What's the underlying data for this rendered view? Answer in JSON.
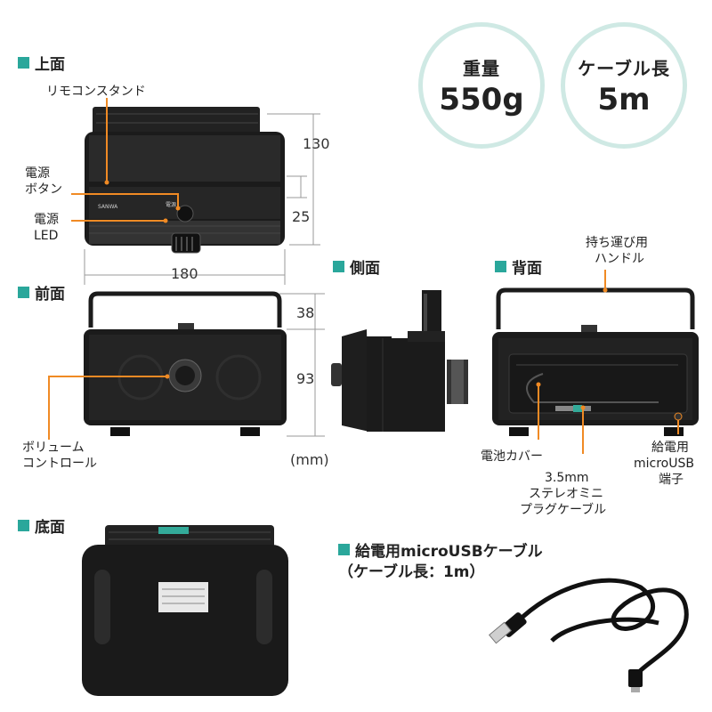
{
  "sections": {
    "top": "上面",
    "front": "前面",
    "side": "側面",
    "back": "背面",
    "bottom": "底面",
    "usb_cable": "給電用microUSBケーブル",
    "usb_cable_sub": "（ケーブル長：1m）"
  },
  "badges": {
    "weight_label": "重量",
    "weight_value": "550g",
    "cable_label": "ケーブル長",
    "cable_value": "5m"
  },
  "callouts": {
    "remote_stand": "リモコンスタンド",
    "power_button_1": "電源",
    "power_button_2": "ボタン",
    "power_led_1": "電源",
    "power_led_2": "LED",
    "volume_1": "ボリューム",
    "volume_2": "コントロール",
    "handle_1": "持ち運び用",
    "handle_2": "ハンドル",
    "battery_cover": "電池カバー",
    "stereo_1": "3.5mm",
    "stereo_2": "ステレオミニ",
    "stereo_3": "プラグケーブル",
    "usb_port_1": "給電用",
    "usb_port_2": "microUSB",
    "usb_port_3": "端子"
  },
  "dimensions": {
    "top_depth": "130",
    "top_step": "25",
    "width": "180",
    "handle_height": "38",
    "body_height": "93",
    "unit": "(mm)"
  },
  "device_text": {
    "brand": "SANWA",
    "power_mark": "電源"
  },
  "colors": {
    "accent": "#2aa79b",
    "badge_ring": "#cfe9e4",
    "callout_line": "#f08a24",
    "device": "#1b1b1b",
    "dim_line": "#9a9a9a"
  }
}
